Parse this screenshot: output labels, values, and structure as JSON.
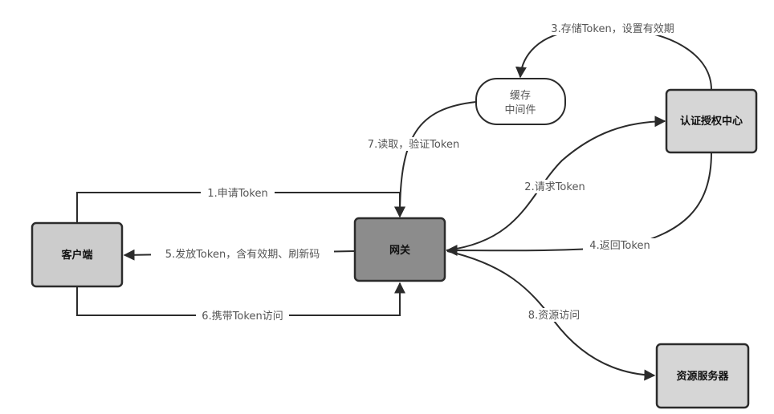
{
  "diagram": {
    "nodes": {
      "client": {
        "label": "客户端",
        "fill": "#cccccc"
      },
      "gateway": {
        "label": "网关",
        "fill": "#8c8c8c"
      },
      "cache": {
        "line1": "缓存",
        "line2": "中间件",
        "fill": "#ffffff"
      },
      "auth": {
        "label": "认证授权中心",
        "fill": "#d6d6d6"
      },
      "resource": {
        "label": "资源服务器",
        "fill": "#d6d6d6"
      }
    },
    "edges": {
      "e1": {
        "label": "1.申请Token",
        "from": "client",
        "to": "gateway"
      },
      "e2": {
        "label": "2.请求Token",
        "from": "gateway",
        "to": "auth"
      },
      "e3": {
        "label": "3.存储Token，设置有效期",
        "from": "auth",
        "to": "cache"
      },
      "e4": {
        "label": "4.返回Token",
        "from": "auth",
        "to": "gateway"
      },
      "e5": {
        "label": "5.发放Token，含有效期、刷新码",
        "from": "gateway",
        "to": "client"
      },
      "e6": {
        "label": "6.携带Token访问",
        "from": "client",
        "to": "gateway"
      },
      "e7": {
        "label": "7.读取，验证Token",
        "from": "cache",
        "to": "gateway"
      },
      "e8": {
        "label": "8.资源访问",
        "from": "gateway",
        "to": "resource"
      }
    },
    "colors": {
      "stroke": "#2b2b2b",
      "label": "#555555"
    }
  }
}
